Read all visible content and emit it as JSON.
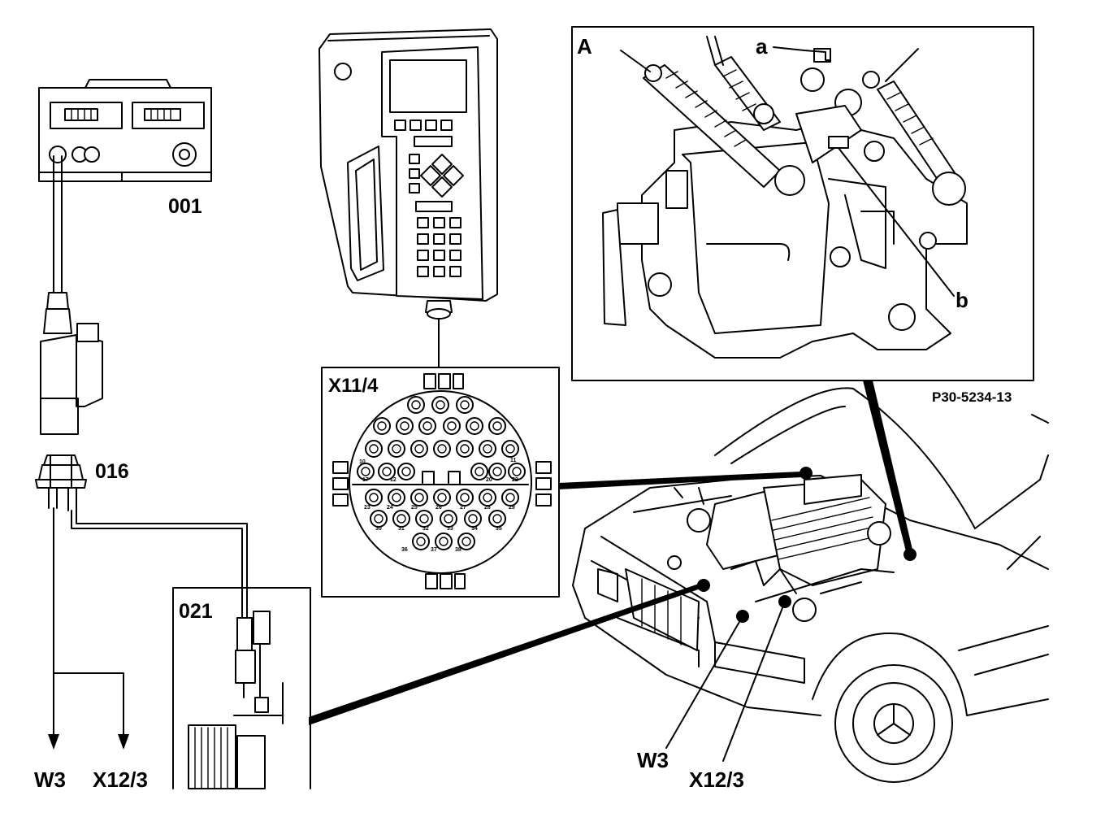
{
  "labels": {
    "tester": "001",
    "adapter": "016",
    "sensor": "021",
    "connector": "X11/4",
    "detail": "A",
    "part_a": "a",
    "part_b": "b",
    "reference": "P30-5234-13",
    "lead_w3_left": "W3",
    "lead_x12_left": "X12/3",
    "lead_w3_car": "W3",
    "lead_x12_car": "X12/3"
  },
  "connector_pins": {
    "pin_10": "10",
    "pin_11": "11",
    "pin_12": "12",
    "pin_17": "17",
    "pin_20": "20",
    "pin_22": "22",
    "pin_23": "23",
    "pin_24": "24",
    "pin_25": "25",
    "pin_26": "26",
    "pin_27": "27",
    "pin_28": "28",
    "pin_29": "29",
    "pin_30": "30",
    "pin_31": "31",
    "pin_32": "32",
    "pin_33": "33",
    "pin_34": "34",
    "pin_35": "35",
    "pin_36": "36",
    "pin_37": "37",
    "pin_38": "38"
  },
  "icons": [
    "engine-tester",
    "hand-held-tester",
    "round-connector",
    "ignition-coil-detail",
    "vehicle-front",
    "clamp-adapter",
    "tdc-sensor"
  ]
}
